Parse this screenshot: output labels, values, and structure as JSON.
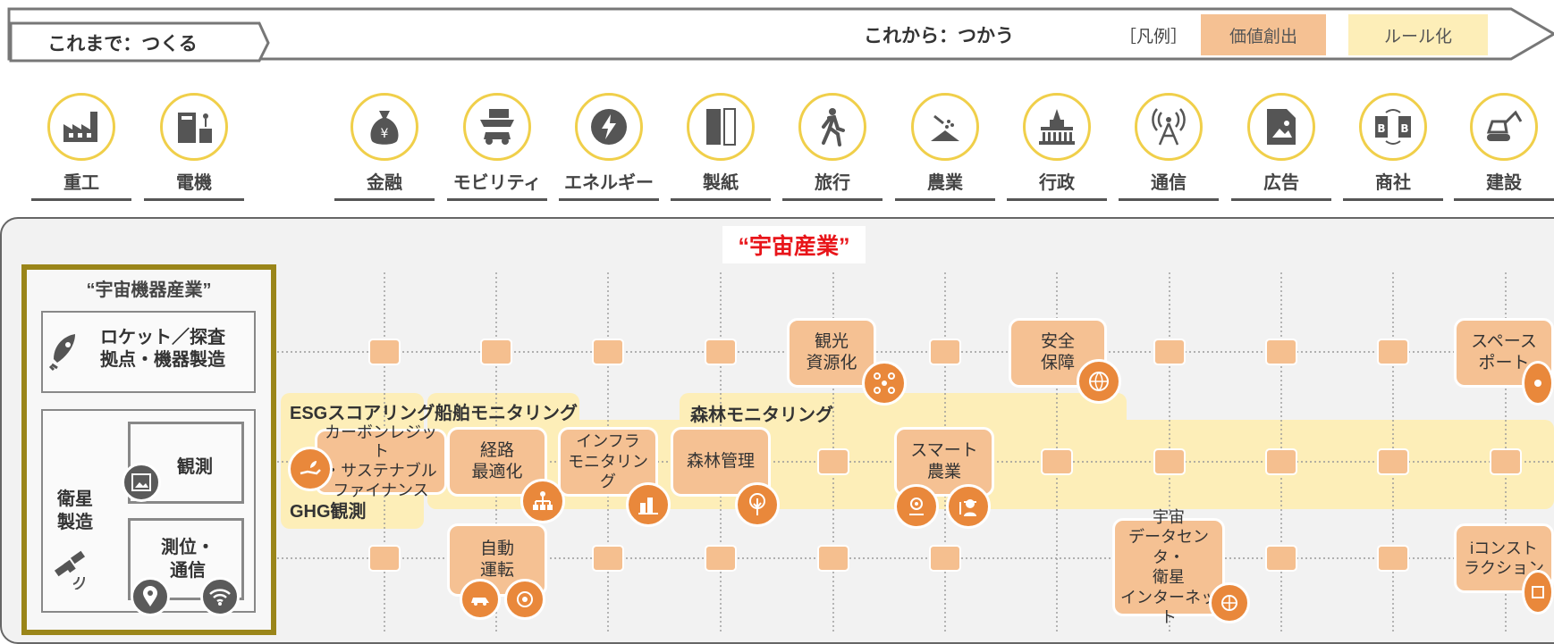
{
  "header": {
    "past_label": "これまで：つくる",
    "future_label": "これから：つかう",
    "legend_bracket": "［凡例］",
    "legend_value": "価値創出",
    "legend_rule": "ルール化"
  },
  "colors": {
    "value_creation": "#f5c193",
    "rule_making": "#fdeeb8",
    "accent_red": "#e8151a",
    "icon_orange": "#e9883b",
    "circle_ring": "#f0cf4a",
    "equipment_border": "#9a8519"
  },
  "industries": [
    {
      "name": "重工",
      "icon": "factory-icon"
    },
    {
      "name": "電機",
      "icon": "electronics-icon"
    },
    {
      "name": "金融",
      "icon": "money-bag-icon"
    },
    {
      "name": "モビリティ",
      "icon": "ship-car-icon"
    },
    {
      "name": "エネルギー",
      "icon": "lightning-icon"
    },
    {
      "name": "製紙",
      "icon": "paper-icon"
    },
    {
      "name": "旅行",
      "icon": "walking-person-icon"
    },
    {
      "name": "農業",
      "icon": "seeding-icon"
    },
    {
      "name": "行政",
      "icon": "parliament-icon"
    },
    {
      "name": "通信",
      "icon": "antenna-icon"
    },
    {
      "name": "広告",
      "icon": "image-file-icon"
    },
    {
      "name": "商社",
      "icon": "buildings-trade-icon"
    },
    {
      "name": "建設",
      "icon": "excavator-icon"
    }
  ],
  "main": {
    "title": "“宇宙産業”",
    "equipment": {
      "title": "“宇宙機器産業”",
      "rocket": "ロケット／探査\n拠点・機器製造",
      "satellite": "衛星\n製造",
      "observation": "観測",
      "positioning": "測位・\n通信"
    },
    "bands": {
      "esg": "ESGスコアリング",
      "ship": "船舶モニタリング",
      "forest": "森林モニタリング",
      "ghg": "GHG観測"
    },
    "boxes": {
      "carbon": "カーボンレジット\n・サステナブル\nファイナンス",
      "route": "経路\n最適化",
      "infra": "インフラ\nモニタリング",
      "forest_mgmt": "森林管理",
      "tourism": "観光\n資源化",
      "smart_agri": "スマート\n農業",
      "security": "安全\n保障",
      "auto_drive": "自動\n運転",
      "datacenter": "宇宙\nデータセンタ・\n衛星\nインターネット",
      "spaceport": "スペース\nポート",
      "iconstruction": "iコンスト\nラクション"
    }
  }
}
